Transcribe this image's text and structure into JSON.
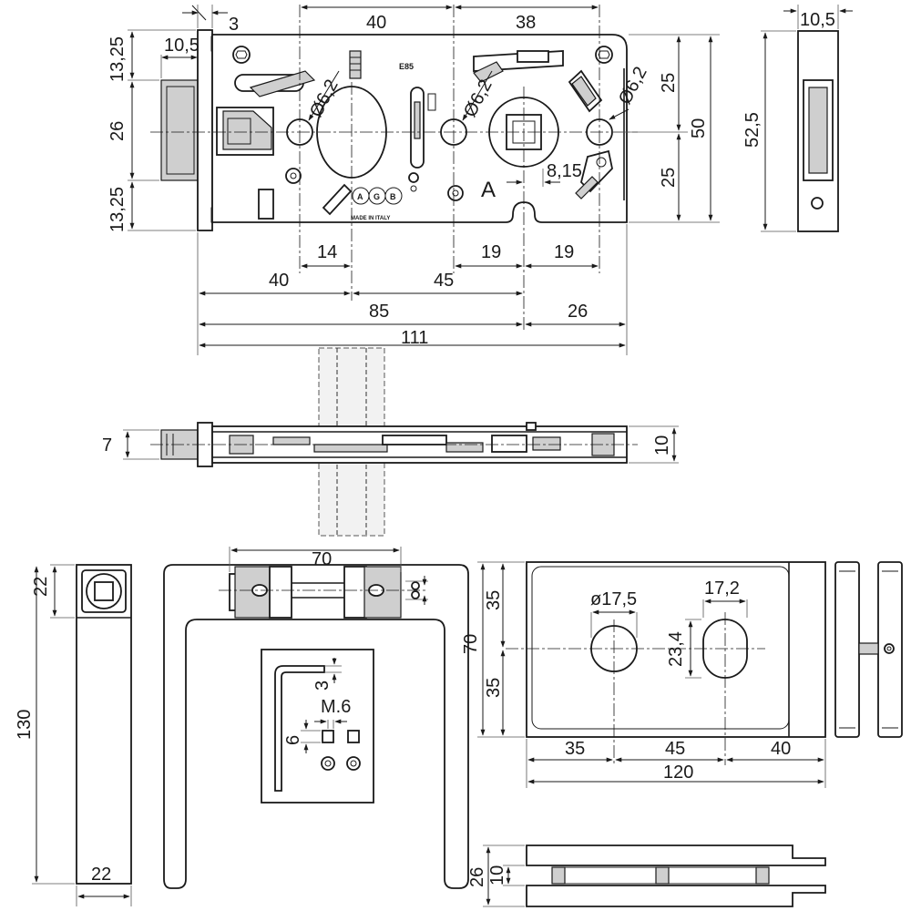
{
  "lock_body": {
    "brand": "AGB",
    "model": "E85",
    "origin": "MADE IN ITALY",
    "cam_letter": "A",
    "dims": {
      "top_3": "3",
      "top_40": "40",
      "top_38": "38",
      "left_1325_top": "13,25",
      "left_105": "10,5",
      "left_26": "26",
      "left_1325_bottom": "13,25",
      "hole_62_a": "Ø6,2",
      "hole_62_b": "Ø6,2",
      "hole_62_c": "Ø6,2",
      "right_25_top": "25",
      "right_50": "50",
      "right_25_bottom": "25",
      "cam_815": "8,15",
      "b_14": "14",
      "b_19a": "19",
      "b_19b": "19",
      "b_40": "40",
      "b_45": "45",
      "b_85": "85",
      "b_26": "26",
      "b_111": "111"
    }
  },
  "faceplate": {
    "dims": {
      "width_105": "10,5",
      "height_525": "52,5"
    }
  },
  "side_section": {
    "dims": {
      "d_7": "7",
      "d_10": "10"
    }
  },
  "handle": {
    "dims": {
      "d_130": "130",
      "d_22_top": "22",
      "d_22_bottom": "22",
      "d_70": "70"
    }
  },
  "key_card": {
    "dims": {
      "d_3": "3",
      "d_m6": "M.6",
      "d_6": "6"
    }
  },
  "rosette": {
    "dims": {
      "d_175": "ø17,5",
      "d_172": "17,2",
      "d_234": "23,4",
      "d_70": "70",
      "d_35_top": "35",
      "d_35_bottom": "35",
      "b_35": "35",
      "b_45": "45",
      "b_40": "40",
      "b_120": "120"
    }
  },
  "bottom_section": {
    "dims": {
      "d_26": "26",
      "d_10": "10"
    }
  }
}
